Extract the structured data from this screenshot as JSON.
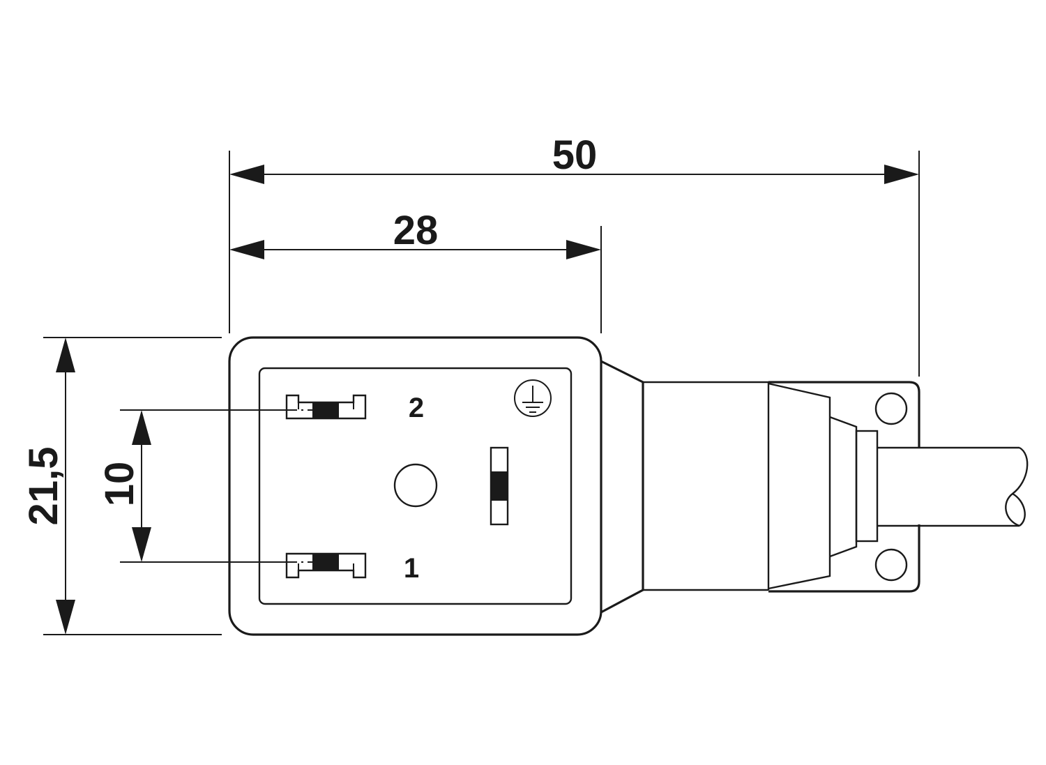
{
  "dimensions": {
    "overall_length": "50",
    "housing_length": "28",
    "housing_height": "21,5",
    "pin_spacing": "10"
  },
  "pins": {
    "top": "2",
    "bottom": "1"
  },
  "icons": {
    "ground": "protective-earth-icon"
  }
}
